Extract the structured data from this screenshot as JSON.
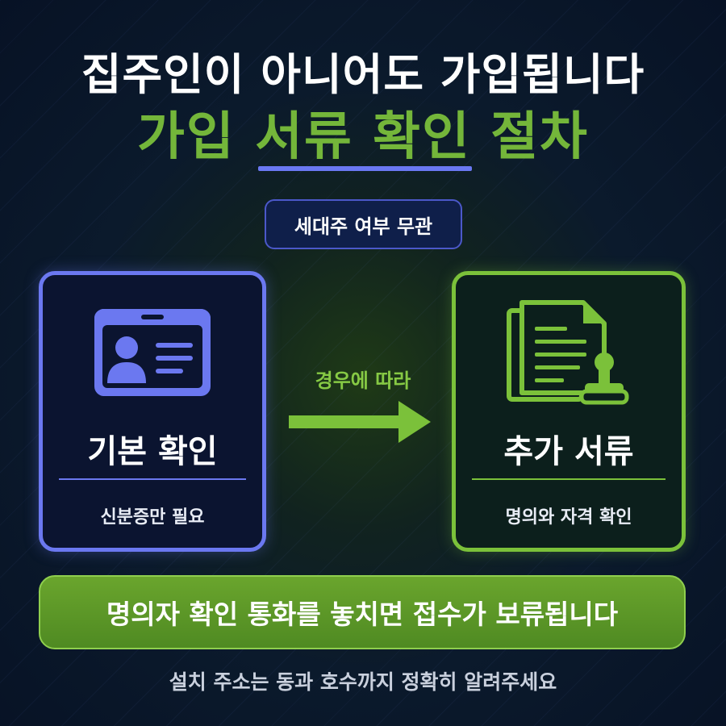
{
  "title": {
    "line1": "집주인이 아니어도 가입됩니다",
    "line2": "가입 서류 확인 절차"
  },
  "badge": "세대주 여부 무관",
  "left_card": {
    "icon": "id-card-icon",
    "title": "기본 확인",
    "subtitle": "신분증만 필요"
  },
  "connector": {
    "label": "경우에 따라",
    "icon": "arrow-right-icon"
  },
  "right_card": {
    "icon": "documents-stamp-icon",
    "title": "추가 서류",
    "subtitle": "명의와 자격 확인"
  },
  "banner": "명의자 확인 통화를 놓치면 접수가 보류됩니다",
  "footer": "설치 주소는 동과 호수까지 정확히 알려주세요",
  "colors": {
    "accent_green": "#74b63a",
    "accent_blue": "#6b78f0",
    "background": "#0b1a2c"
  }
}
